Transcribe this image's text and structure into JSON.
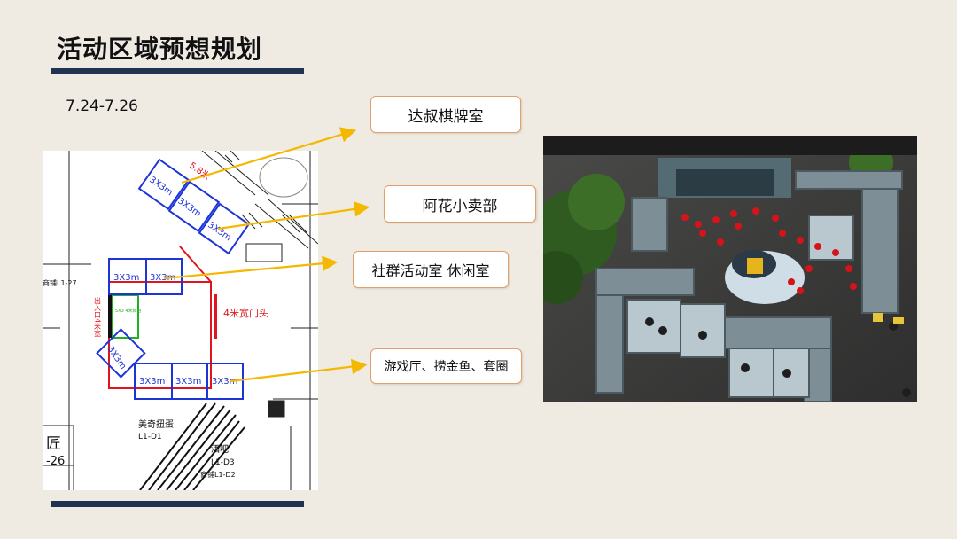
{
  "slide": {
    "title": "活动区域预想规划",
    "date": "7.24-7.26"
  },
  "callouts": [
    {
      "label": "达叔棋牌室"
    },
    {
      "label": "阿花小卖部"
    },
    {
      "label": "社群活动室 休闲室"
    },
    {
      "label": "游戏厅、捞金鱼、套圈"
    }
  ],
  "floor_plan": {
    "booth_label": "3X3m",
    "booth_label_alt": "3X3m",
    "dimension_top": "5.8米",
    "door_label": "4米宽门头",
    "left_side_label": "出入口4米宽",
    "stage_label": "5X3 4米舞台",
    "store_top_left": "商铺L1-27",
    "store_bottom_left_1": "匠",
    "store_bottom_left_2": "-26",
    "store_label_1": "美奇扭蛋",
    "store_label_1b": "L1-D1",
    "store_label_2": "酒吧",
    "store_label_2b": "L1-D3",
    "store_label_3": "商铺L1-D2"
  },
  "colors": {
    "accent_bar": "#1f3353",
    "arrow": "#f5b800",
    "booth": "#1d35d6",
    "boundary": "#e0141e",
    "stage": "#21b021",
    "callout_border": "#e2a068"
  }
}
